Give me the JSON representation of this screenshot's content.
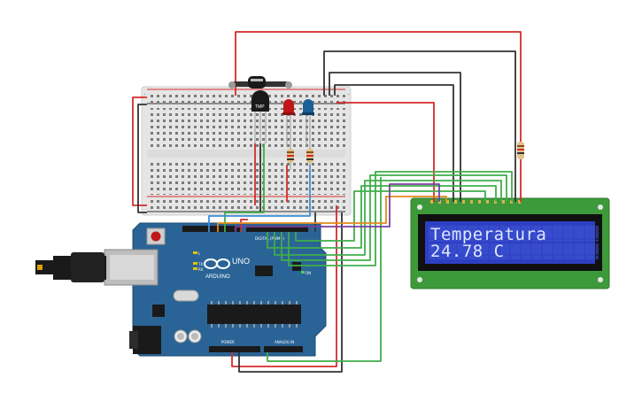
{
  "lcd": {
    "line1": "Temperatura",
    "line2": "24.78 C"
  },
  "arduino": {
    "logo": "ARDUINO",
    "model": "UNO",
    "digital_label": "DIGITAL (PWM~)",
    "power_label": "POWER",
    "analog_label": "ANALOG IN",
    "on_label": "ON",
    "tx_label": "TX",
    "rx_label": "RX",
    "l_label": "L"
  },
  "sensor": {
    "label": "TMP"
  },
  "colors": {
    "wire_red": "#d62b2b",
    "wire_black": "#333333",
    "wire_green": "#3fae49",
    "wire_blue": "#3b8ed9",
    "wire_orange": "#e38a1c",
    "wire_purple": "#7b3fa0",
    "board_blue": "#2a6496",
    "lcd_pcb": "#3d9a3a",
    "lcd_screen": "#2e3fc2",
    "led_red": "#c0161a",
    "led_blue": "#1c5f96"
  }
}
